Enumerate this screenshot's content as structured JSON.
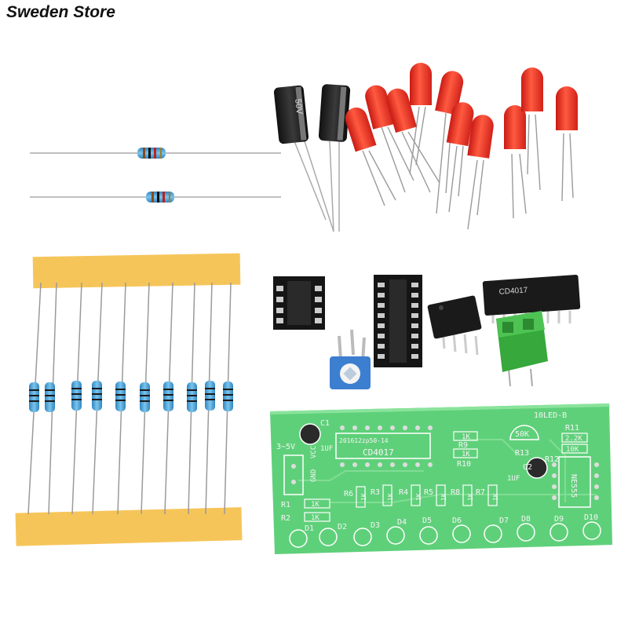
{
  "watermark": "Sweden Store",
  "components": {
    "capacitor_label": "50V",
    "pcb": {
      "board_name": "10LED-B",
      "date_code": "201612zp50-14",
      "ic_main": "CD4017",
      "ic_timer": "NE555",
      "power": "3~5V",
      "vcc": "VCC",
      "gnd": "GND",
      "c1": "C1",
      "c1_value": "1UF",
      "c2": "C2",
      "c2_value": "1UF",
      "pot": "50K",
      "r13": "R13",
      "r11": "R11",
      "r11_value": "2.2K",
      "r12": "R12",
      "r12_value": "10K",
      "r9": "R9",
      "r9_value": "1K",
      "r10": "R10",
      "r10_value": "1K",
      "r1": "R1",
      "r1_value": "1K",
      "r2": "R2",
      "r2_value": "1K",
      "small_resistors": [
        "R6",
        "R3",
        "R4",
        "R5",
        "R8",
        "R7"
      ],
      "small_resistor_value": "1K",
      "led_labels": [
        "D1",
        "D2",
        "D3",
        "D4",
        "D5",
        "D6",
        "D7",
        "D8",
        "D9",
        "D10"
      ]
    }
  },
  "colors": {
    "pcb": "#5fd07a",
    "led": "#ee2a22",
    "tape": "#f6c55a",
    "resistor_body": "#4fa8d8",
    "terminal": "#37a83c",
    "ic": "#1a1a1a"
  }
}
